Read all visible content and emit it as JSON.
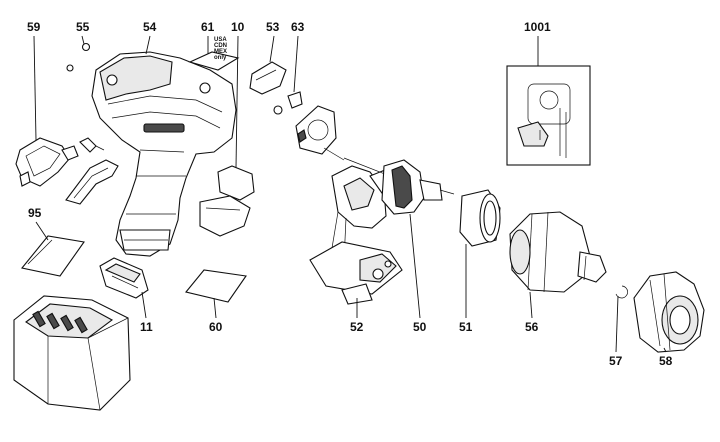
{
  "diagram": {
    "callouts": [
      {
        "id": "59",
        "label": "59"
      },
      {
        "id": "55",
        "label": "55"
      },
      {
        "id": "54",
        "label": "54"
      },
      {
        "id": "61",
        "label": "61"
      },
      {
        "id": "10",
        "label": "10"
      },
      {
        "id": "53",
        "label": "53"
      },
      {
        "id": "63",
        "label": "63"
      },
      {
        "id": "1001",
        "label": "1001"
      },
      {
        "id": "95",
        "label": "95"
      },
      {
        "id": "11",
        "label": "11"
      },
      {
        "id": "60",
        "label": "60"
      },
      {
        "id": "52",
        "label": "52"
      },
      {
        "id": "50",
        "label": "50"
      },
      {
        "id": "51",
        "label": "51"
      },
      {
        "id": "56",
        "label": "56"
      },
      {
        "id": "57",
        "label": "57"
      },
      {
        "id": "58",
        "label": "58"
      }
    ],
    "region_note": [
      "USA",
      "CDN",
      "MEX",
      "only"
    ],
    "colors": {
      "line": "#111111",
      "background": "#ffffff",
      "fill_grey": "#e9e9e9"
    }
  }
}
